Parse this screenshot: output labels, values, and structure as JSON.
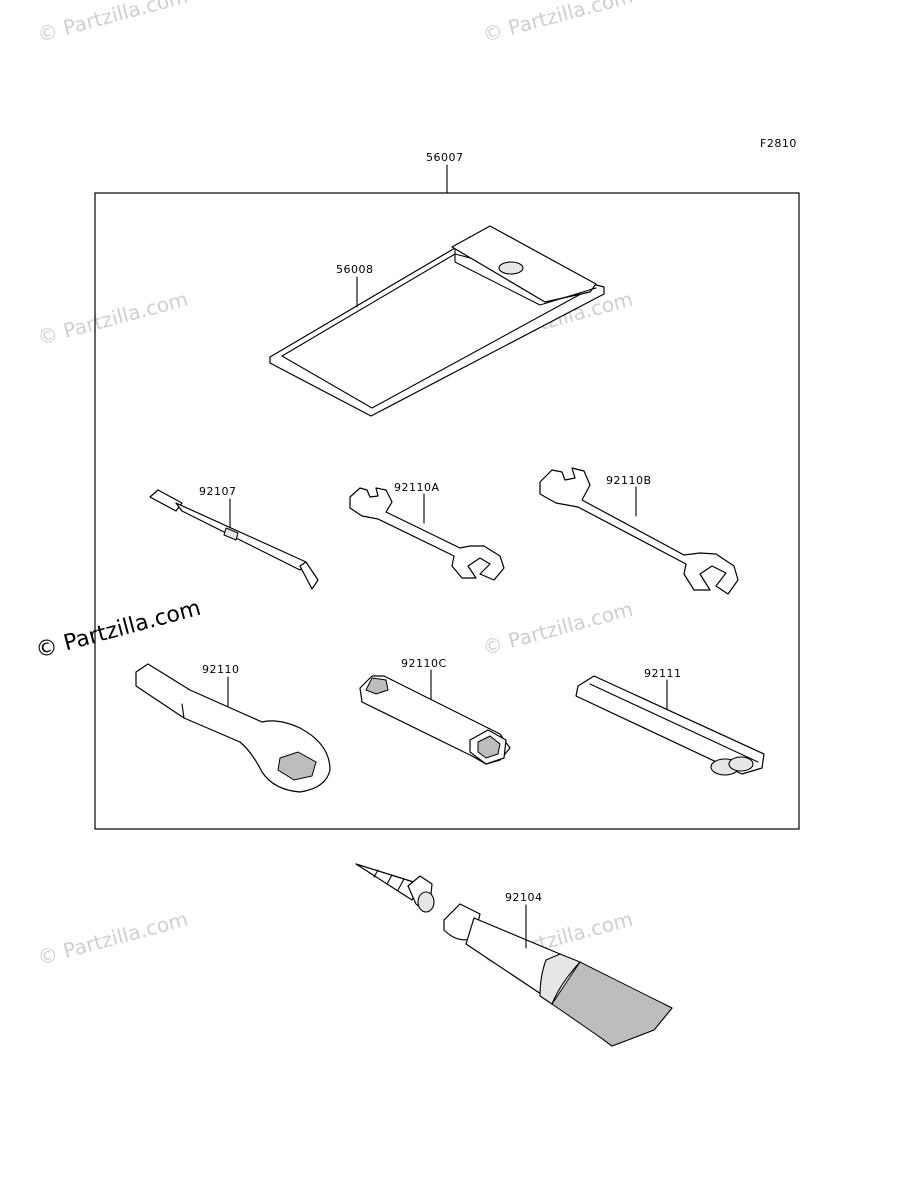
{
  "diagram": {
    "figure_code": "F2810",
    "watermark_text": "© Partzilla.com",
    "parts": [
      {
        "number": "56007",
        "item": "tool-kit-set"
      },
      {
        "number": "56008",
        "item": "tool-case"
      },
      {
        "number": "92107",
        "item": "screwdriver"
      },
      {
        "number": "92110A",
        "item": "small-open-wrench"
      },
      {
        "number": "92110B",
        "item": "large-open-wrench"
      },
      {
        "number": "92110",
        "item": "ring-wrench"
      },
      {
        "number": "92110C",
        "item": "box-wrench"
      },
      {
        "number": "92111",
        "item": "handle-bar"
      },
      {
        "number": "92104",
        "item": "grease-tube"
      }
    ]
  }
}
